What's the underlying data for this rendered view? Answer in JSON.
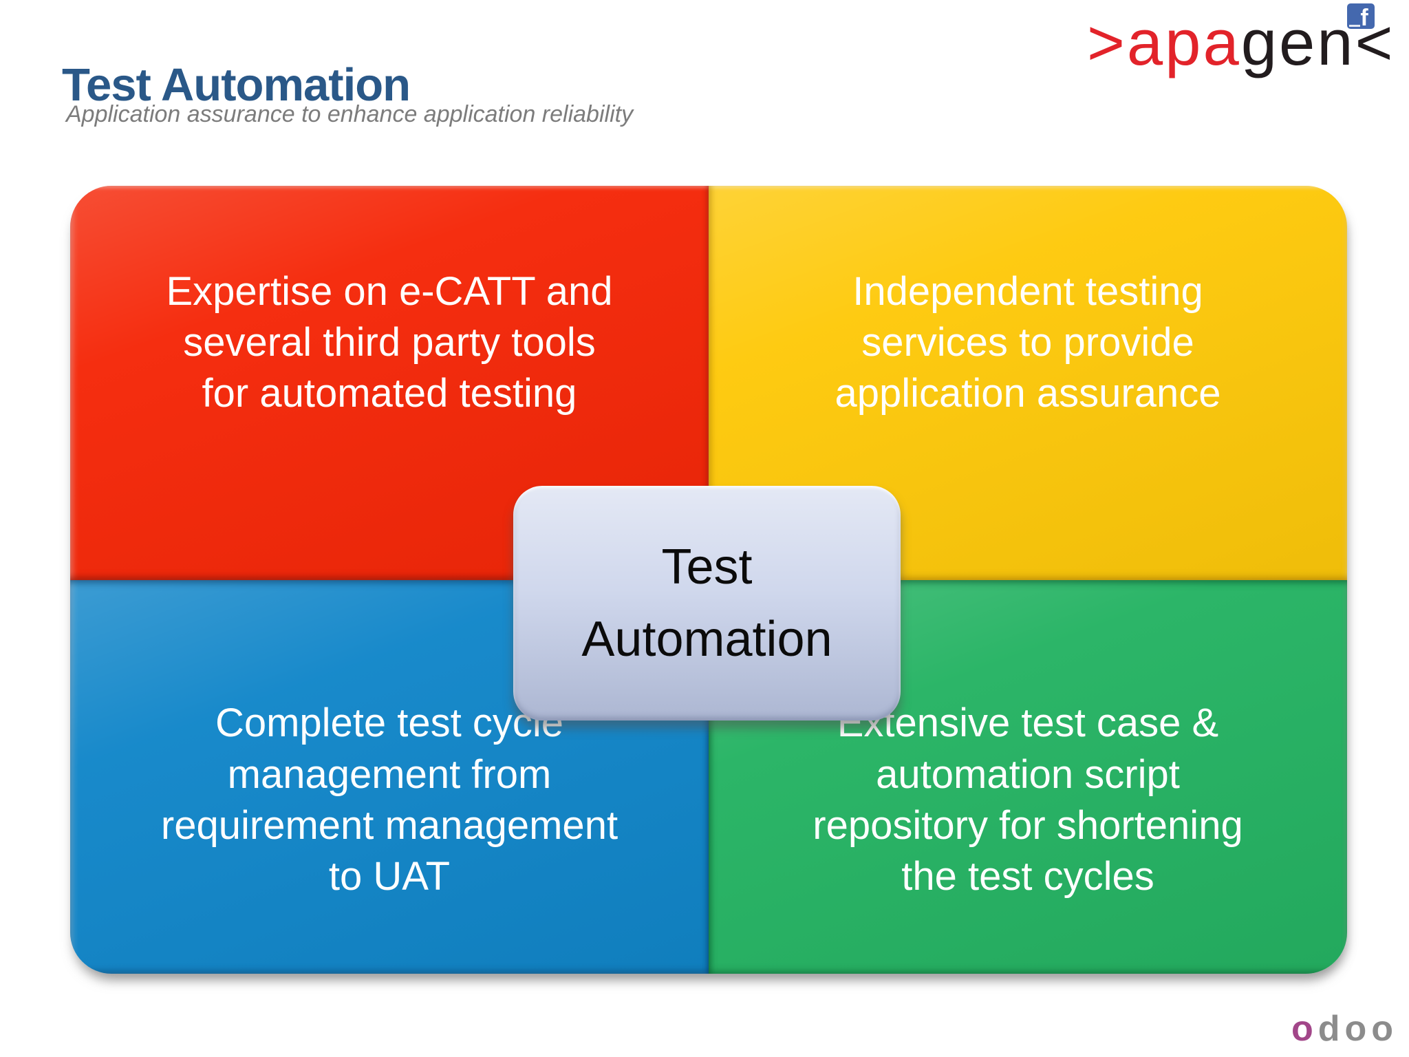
{
  "header": {
    "title": "Test Automation",
    "title_color": "#2A5888",
    "subtitle": "Application assurance to enhance application reliability",
    "subtitle_color": "#7C7C7C"
  },
  "brand": {
    "left": ">apa",
    "left_color": "#E2232A",
    "right": "gen<",
    "right_color": "#221C1E",
    "facebook_glyph": "f",
    "facebook_bg": "#4468AE"
  },
  "diagram": {
    "text_color": "#FFFFFF",
    "center": {
      "label": "Test\nAutomation",
      "fill": "#C9D2EA",
      "text_color": "#0B0B0B"
    },
    "quadrants": [
      {
        "name": "expertise",
        "color": "#F52708",
        "text": "Expertise on e-CATT and\nseveral third party tools\nfor automated testing"
      },
      {
        "name": "independent-testing",
        "color": "#FEC90A",
        "text": "Independent testing\nservices to provide\napplication assurance"
      },
      {
        "name": "test-cycle-management",
        "color": "#1186C9",
        "text": "Complete test cycle\nmanagement from\nrequirement management\nto UAT"
      },
      {
        "name": "script-repository",
        "color": "#25B363",
        "text": "Extensive test case &\nautomation script\nrepository for shortening\nthe test cycles"
      }
    ]
  },
  "footer_brand": {
    "first_letter": "o",
    "first_color": "#A24689",
    "rest": "doo",
    "rest_color": "#8C8C8C"
  }
}
